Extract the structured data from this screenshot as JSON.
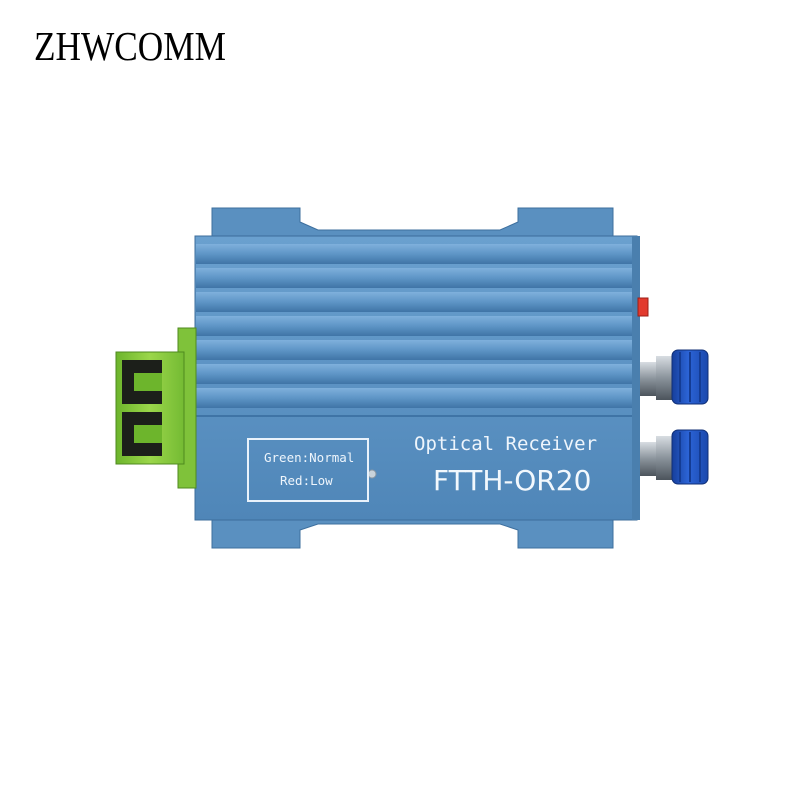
{
  "brand": "ZHWCOMM",
  "device": {
    "title": "Optical Receiver",
    "model": "FTTH-OR20",
    "led_legend": {
      "green": "Green:Normal",
      "red": "Red:Low"
    }
  },
  "colors": {
    "housing": "#5b92c2",
    "fiber_adapter": "#8cc63f",
    "f_connector_cap": "#1f56c8",
    "switch": "#e23a2e"
  }
}
